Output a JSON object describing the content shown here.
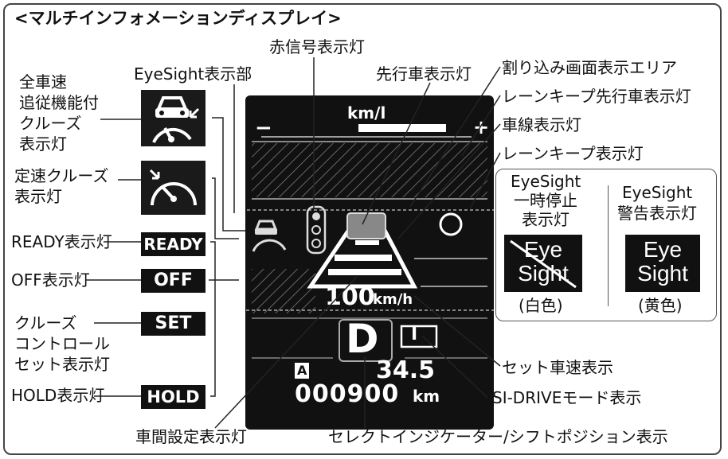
{
  "title": "<マルチインフォメーションディスプレイ>",
  "labels": {
    "cruise_full": [
      "全車速",
      "追従機能付",
      "クルーズ",
      "表示灯"
    ],
    "cruise_const": [
      "定速クルーズ",
      "表示灯"
    ],
    "ready": "READY表示灯",
    "off": "OFF表示灯",
    "cruise_set": [
      "クルーズ",
      "コントロール",
      "セット表示灯"
    ],
    "hold": "HOLD表示灯",
    "eyesight_area": "EyeSight表示部",
    "red_signal": "赤信号表示灯",
    "lead_vehicle": "先行車表示灯",
    "interrupt_area": "割り込み画面表示エリア",
    "lane_keep_lead": "レーンキープ先行車表示灯",
    "lane_line": "車線表示灯",
    "lane_keep": "レーンキープ表示灯",
    "set_speed": "セット車速表示",
    "si_drive": "SI-DRIVEモード表示",
    "distance_setting": "車間設定表示灯",
    "select_indicator": "セレクトインジケーター/シフトポジション表示"
  },
  "badges": {
    "ready": "READY",
    "off": "OFF",
    "set": "SET",
    "hold": "HOLD"
  },
  "dash": {
    "fuel_unit": "km/l",
    "minus": "−",
    "plus": "+",
    "set_speed": "100",
    "speed_unit": "km/h",
    "gear": "D",
    "si_mode": "I",
    "auto_mark": "A",
    "trip": "34.5",
    "odo": "000900",
    "odo_unit": "km"
  },
  "panel": {
    "pause_title": [
      "EyeSight",
      "一時停止",
      "表示灯"
    ],
    "warn_title": [
      "EyeSight",
      "警告表示灯"
    ],
    "eye_top": "Eye",
    "eye_bottom": "Sight",
    "pause_color": "(白色)",
    "warn_color": "(黄色)"
  }
}
